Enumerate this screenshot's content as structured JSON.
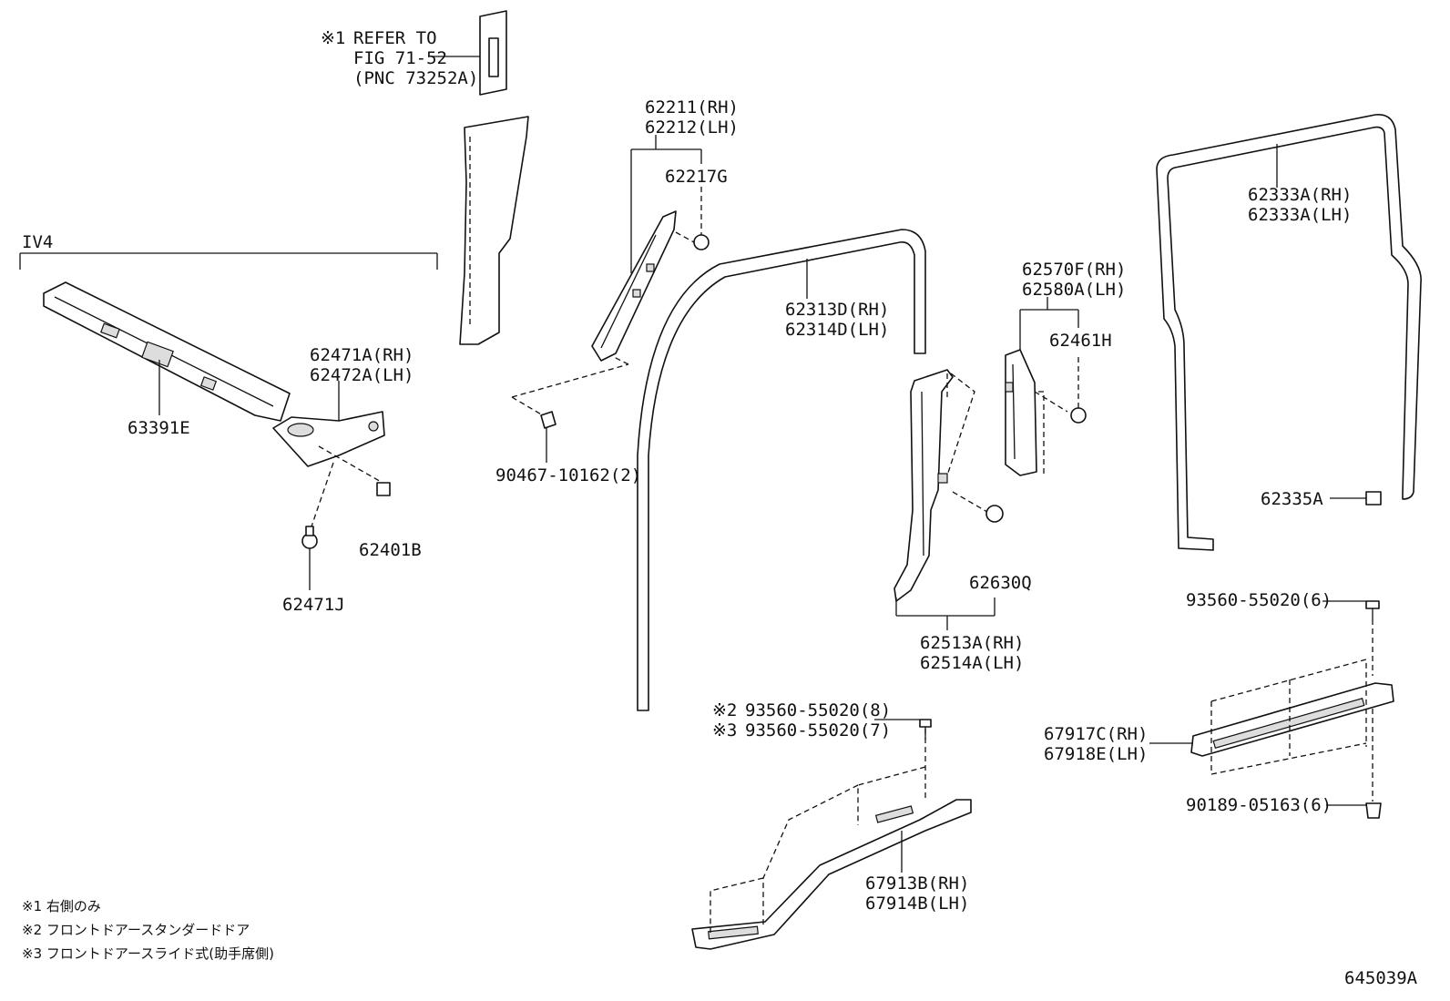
{
  "refer_note": {
    "mark": "※1",
    "line1": "REFER TO",
    "line2": "FIG 71-52",
    "line3": "(PNC 73252A)"
  },
  "group_label": "IV4",
  "parts": {
    "p62211": "62211(RH)",
    "p62212": "62212(LH)",
    "p62217": "62217G",
    "p62333": "62333A(RH)",
    "p62334": "62333A(LH)",
    "p62313": "62313D(RH)",
    "p62314": "62314D(LH)",
    "p62570": "62570F(RH)",
    "p62580": "62580A(LH)",
    "p62461": "62461H",
    "p62471a": "62471A(RH)",
    "p62472": "62472A(LH)",
    "p63391": "63391E",
    "p90467": "90467-10162(2)",
    "p62335": "62335A",
    "p62401": "62401B",
    "p62630": "62630Q",
    "p62471j": "62471J",
    "p62513": "62513A(RH)",
    "p62514": "62514A(LH)",
    "p93560_6": "93560-55020(6)",
    "p93560_8": "93560-55020(8)",
    "p93560_7": "93560-55020(7)",
    "p67917": "67917C(RH)",
    "p67918": "67918E(LH)",
    "p90189": "90189-05163(6)",
    "p67913": "67913B(RH)",
    "p67914": "67914B(LH)"
  },
  "marks": {
    "m2": "※2",
    "m3": "※3"
  },
  "footnotes": [
    "※1 右側のみ",
    "※2 フロントドアースタンダードドア",
    "※3 フロントドアースライド式(助手席側)"
  ],
  "figure_id": "645039A"
}
